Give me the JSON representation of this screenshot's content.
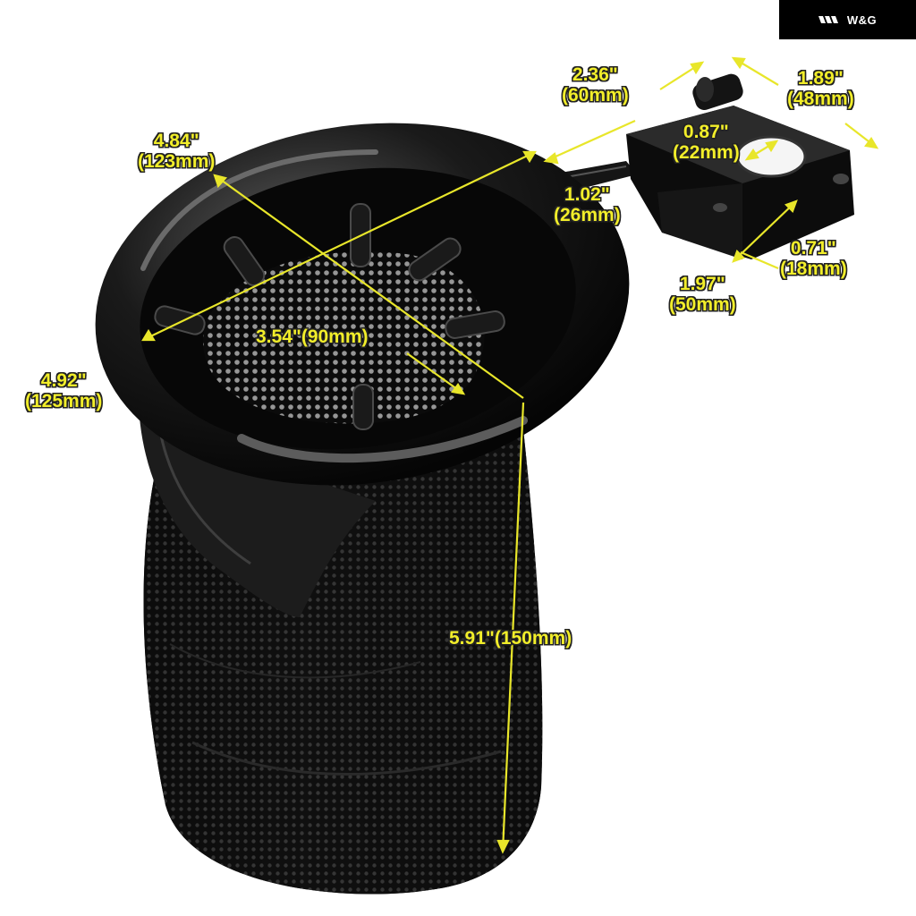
{
  "brand": {
    "logo_text": "W&G"
  },
  "colors": {
    "dimension_label": "#f2ee2a",
    "dimension_line": "#e8e62a",
    "product": "#111111",
    "background": "#ffffff"
  },
  "dimensions": {
    "mount_length": {
      "inch": "2.36\"",
      "mm": "(60mm)"
    },
    "clamp_width": {
      "inch": "1.89\"",
      "mm": "(48mm)"
    },
    "bar_diameter": {
      "inch": "0.87\"",
      "mm": "(22mm)"
    },
    "arm_offset": {
      "inch": "1.02\"",
      "mm": "(26mm)"
    },
    "clamp_depth": {
      "inch": "0.71\"",
      "mm": "(18mm)"
    },
    "clamp_length": {
      "inch": "1.97\"",
      "mm": "(50mm)"
    },
    "outer_diameter_a": {
      "inch": "4.84\"",
      "mm": "(123mm)"
    },
    "outer_diameter_b": {
      "inch": "4.92\"",
      "mm": "(125mm)"
    },
    "inner_diameter": {
      "text": "3.54\"(90mm)"
    },
    "height": {
      "text": "5.91\"(150mm)"
    }
  }
}
